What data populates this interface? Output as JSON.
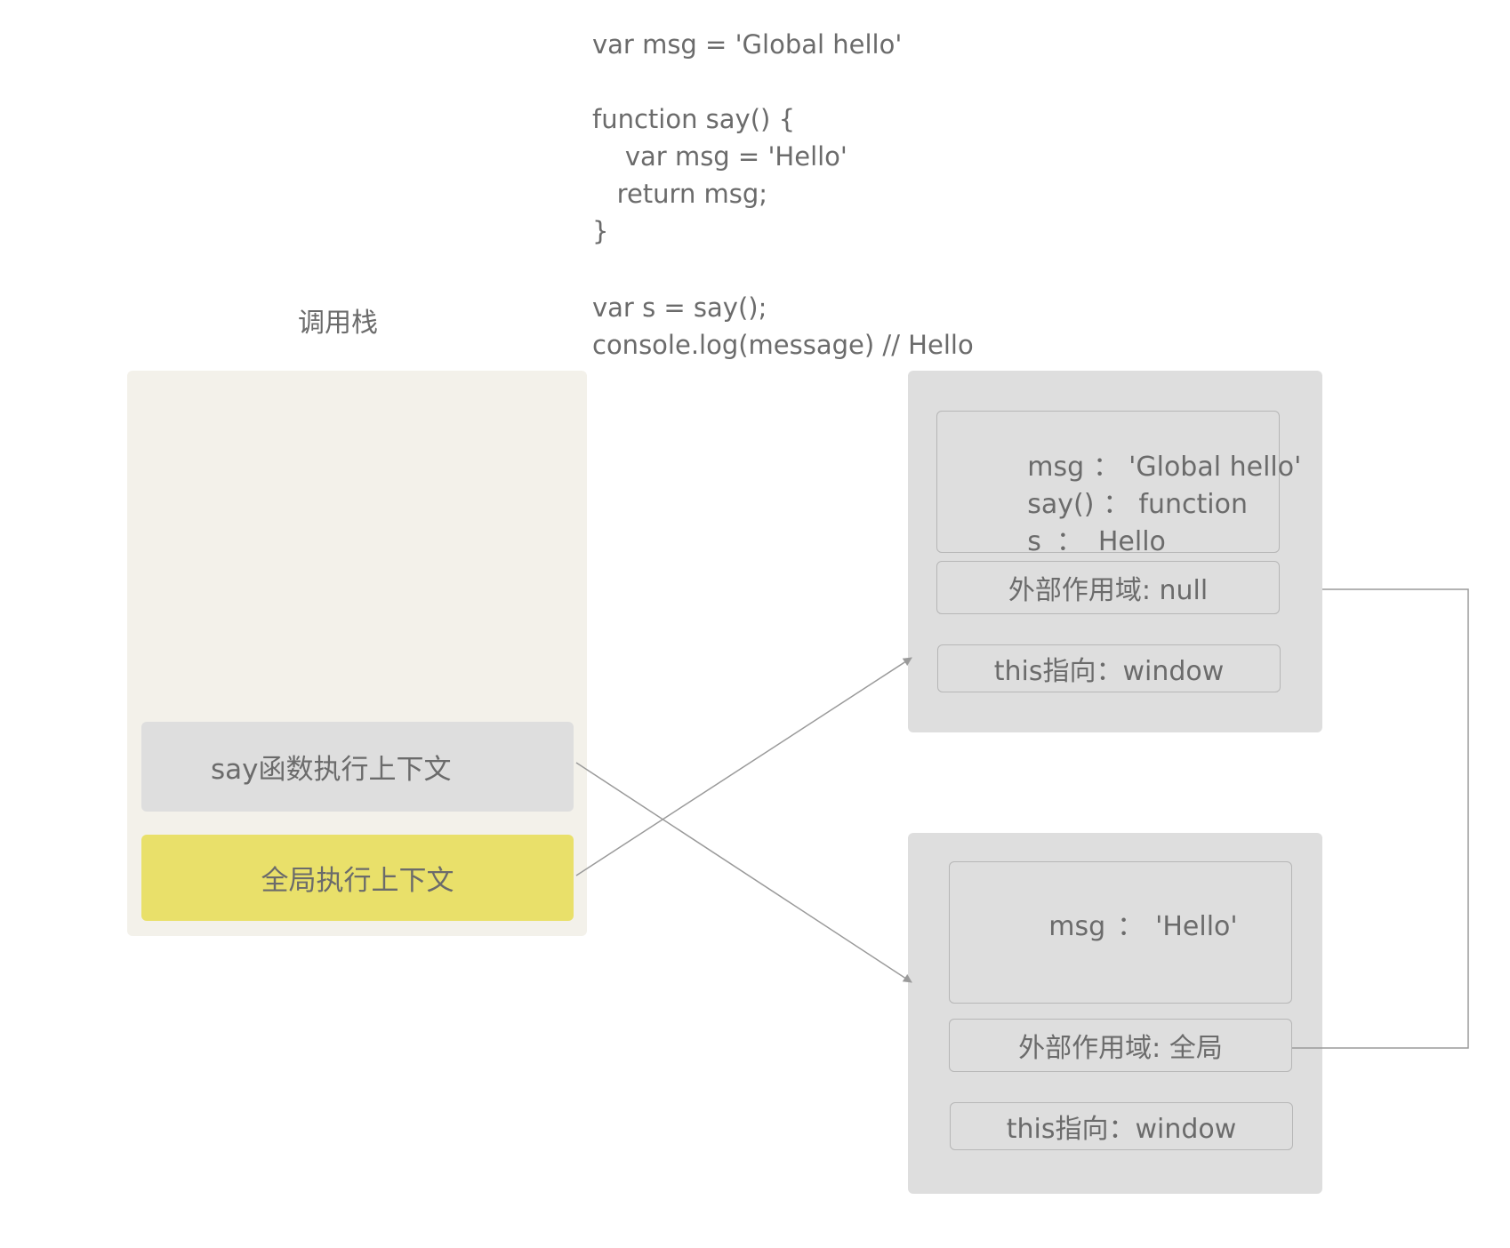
{
  "code": {
    "lines": [
      "var msg = 'Global hello'",
      "function say() {",
      "    var msg = 'Hello'",
      "   return msg;",
      "}",
      "var s = say();",
      "console.log(message) // Hello"
    ]
  },
  "call_stack": {
    "title": "调用栈",
    "frames": [
      "say函数执行上下文",
      "全局执行上下文"
    ]
  },
  "global_context": {
    "variables": [
      {
        "name": "msg",
        "sep": "：",
        "value": "'Global hello'"
      },
      {
        "name": "say()",
        "sep": "：",
        "value": "function"
      },
      {
        "name": "s",
        "sep": "：",
        "value": "Hello"
      }
    ],
    "outer_scope": "外部作用域: null",
    "this_binding": "this指向：window"
  },
  "say_context": {
    "variables": [
      {
        "name": "msg",
        "sep": "：",
        "value": "'Hello'"
      }
    ],
    "outer_scope": "外部作用域: 全局",
    "this_binding": "this指向：window"
  },
  "colors": {
    "stack_bg": "#f3f1ea",
    "frame_gray": "#dedede",
    "frame_yellow": "#e9e06a",
    "text": "#6b6b6b",
    "line": "#9a9a9a"
  }
}
